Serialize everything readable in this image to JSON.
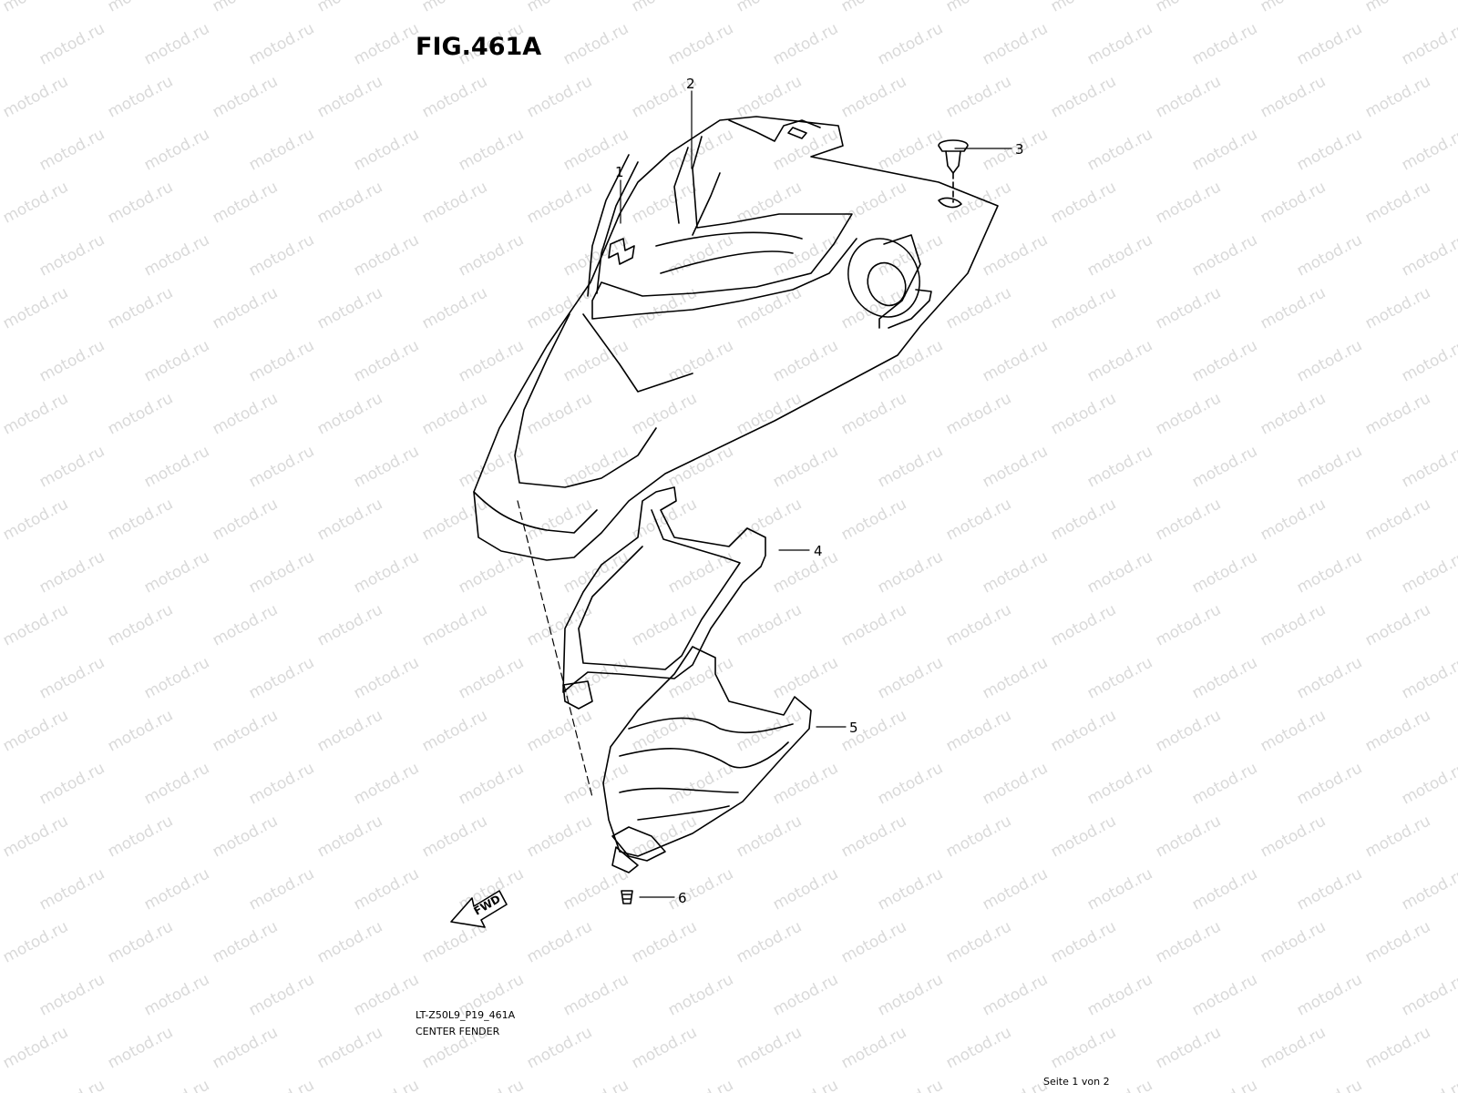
{
  "figure": {
    "title": "FIG.461A"
  },
  "watermark": {
    "text": "motod.ru",
    "color": "#d9d9d9"
  },
  "callouts": [
    "1",
    "2",
    "3",
    "4",
    "5",
    "6"
  ],
  "fwd_label": "FWD",
  "footer": {
    "code": "LT-Z50L9_P19_461A",
    "name": "CENTER FENDER",
    "page": "Seite 1 von 2"
  }
}
